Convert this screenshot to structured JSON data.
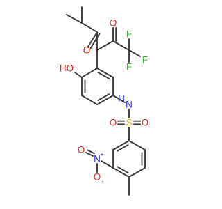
{
  "colors": {
    "bond": "#3a3a3a",
    "oxygen": "#e8231c",
    "nitrogen": "#2a2ae0",
    "fluorine": "#36c236",
    "sulfur": "#c9b81a",
    "background": "#ffffff"
  },
  "atoms": {
    "ketone_o1": "O",
    "ketone_o2": "O",
    "f_top": "F",
    "f_right": "F",
    "f_bottom": "F",
    "hydroxyl": "HO",
    "amide_n": "N",
    "amide_h": "H",
    "sulfur": "S",
    "sulfonyl_o_left": "O",
    "sulfonyl_o_right": "O",
    "nitro_n": "N",
    "nitro_plus": "+",
    "nitro_o_left": "O",
    "nitro_o_bottom": "O",
    "nitro_minus": "-"
  }
}
